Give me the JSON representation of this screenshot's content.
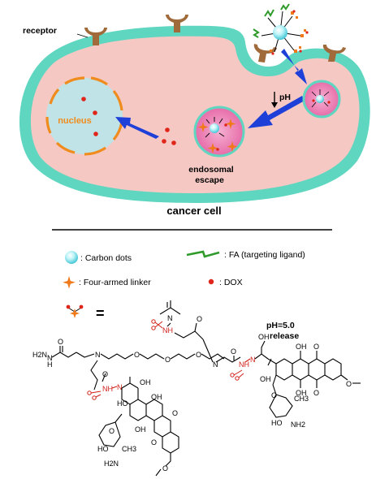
{
  "diagram": {
    "labels": {
      "receptor": "receptor",
      "nucleus": "nucleus",
      "ph": "pH",
      "endosomal_line1": "endosomal",
      "endosomal_line2": "escape",
      "cancer_cell": "cancer cell"
    }
  },
  "legend": {
    "carbon_dots": ": Carbon dots",
    "fa": ": FA (targeting ligand)",
    "linker": ": Four-armed linker",
    "dox": ": DOX",
    "equals": "="
  },
  "chemistry": {
    "release_line1": "pH=5.0",
    "release_line2": "release",
    "labels": {
      "h2n": "H2N",
      "n_hydrazide_left": "N",
      "h_left": "H",
      "o_left": "O",
      "n_left_amine": "N",
      "n_right_amine": "N",
      "o_ether1": "O",
      "o_ether2": "O",
      "o_ether3": "O",
      "nh_top": "NH",
      "n_top": "N",
      "o_top": "O",
      "o_mid_right": "O",
      "nh_right": "NH",
      "n_right": "N",
      "oh_right_chain": "OH",
      "oh_r1": "OH",
      "o_r1": "O",
      "oh_r2": "OH",
      "oh_r3": "OH",
      "o_r2": "O",
      "ome_right": "O",
      "o_sugar_right": "O",
      "ch3_right": "CH3",
      "ho_right": "HO",
      "nh2_right": "NH2",
      "o_left_chain": "O",
      "nh_left": "NH",
      "n_left": "N",
      "oh_left_chain": "OH",
      "ho_l1": "HO",
      "oh_l2": "OH",
      "o_l1": "O",
      "o_l2": "O",
      "oh_l3": "OH",
      "o_sugar_left": "O",
      "ho_l4": "HO",
      "ch3_left": "CH3",
      "h2n_left": "H2N",
      "ome_left": "O"
    }
  },
  "colors": {
    "membrane": "#5fd6c0",
    "cytoplasm": "#f5c8c4",
    "nucleus": "#bfe3e6",
    "nucleus_border": "#f08c1e",
    "arrow_blue": "#1e3fd8",
    "dox_red": "#e0251b",
    "linker_orange": "#f07a1a",
    "receptor_brown": "#a06a3a",
    "fa_green": "#2e9a2a",
    "endosome_pink": "#e86aa8",
    "cleave_red": "#d0201a"
  }
}
